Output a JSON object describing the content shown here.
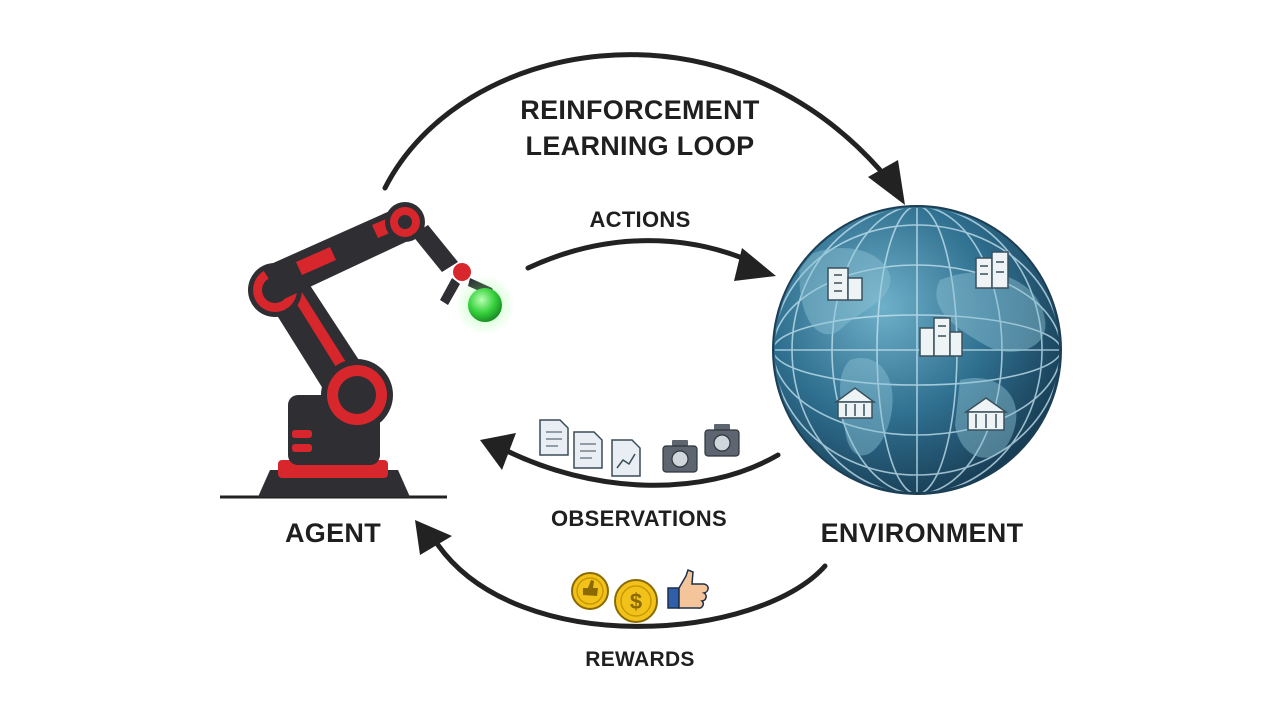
{
  "diagram": {
    "title_line1": "REINFORCEMENT",
    "title_line2": "LEARNING LOOP",
    "agent_label": "AGENT",
    "environment_label": "ENVIRONMENT",
    "actions_label": "ACTIONS",
    "observations_label": "OBSERVATIONS",
    "rewards_label": "REWARDS"
  },
  "icons": {
    "agent": "robot-arm-icon",
    "environment": "globe-icon",
    "observations": [
      "document-icon",
      "document-icon",
      "chart-document-icon",
      "camera-icon",
      "camera-icon"
    ],
    "rewards": [
      "thumbs-up-coin-icon",
      "dollar-coin-icon",
      "thumbs-up-icon"
    ]
  },
  "colors": {
    "arrow": "#222222",
    "robot_red": "#d8262d",
    "robot_dark": "#2e2e33",
    "globe": "#2f6f8f",
    "gripper_ball": "#35d13c",
    "coin": "#f2c21a"
  }
}
